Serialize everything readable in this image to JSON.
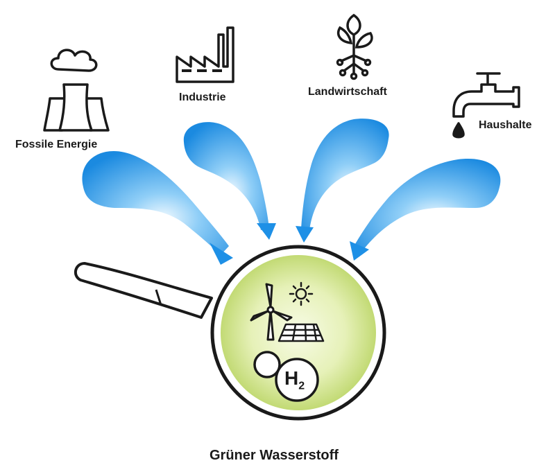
{
  "sources": [
    {
      "id": "fossil",
      "label": "Fossile Energie",
      "icon": "power-plant-icon"
    },
    {
      "id": "industry",
      "label": "Industrie",
      "icon": "factory-icon"
    },
    {
      "id": "agriculture",
      "label": "Landwirtschaft",
      "icon": "plant-icon"
    },
    {
      "id": "households",
      "label": "Haushalte",
      "icon": "water-tap-icon"
    }
  ],
  "center": {
    "title": "Grüner Wasserstoff",
    "molecule_label": "H",
    "molecule_subscript": "2",
    "icons": [
      "magnifier-icon",
      "wind-turbine-icon",
      "sun-icon",
      "solar-panel-icon",
      "hydrogen-molecule-icon"
    ]
  },
  "colors": {
    "drop_dark": "#1f8fe0",
    "drop_light": "#e8f6ff",
    "lens_outer": "#c8df7a",
    "lens_inner": "#f4f9de",
    "stroke": "#1a1a1a"
  }
}
